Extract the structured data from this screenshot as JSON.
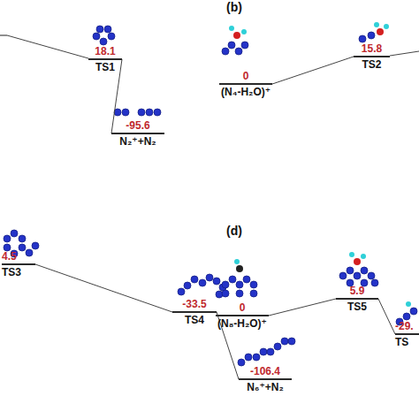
{
  "diagram": {
    "nodes": [
      {
        "text": [
          "18.1",
          "TS1"
        ]
      },
      {
        "text": [
          "-95.6",
          "N₂⁺+N₂"
        ]
      },
      {
        "text": [
          "0",
          "(N₄-H₂O)⁺"
        ]
      },
      {
        "text": [
          "15.8",
          "TS2"
        ]
      },
      {
        "text": [
          "4.5",
          "TS3"
        ]
      },
      {
        "text": [
          "-33.5",
          "TS4"
        ]
      },
      {
        "text": [
          "-106.4",
          "N₆⁺+N₂"
        ]
      },
      {
        "text": [
          "0",
          "(N₈-H₂O)⁺"
        ]
      },
      {
        "text": [
          "5.9",
          "TS5"
        ]
      },
      {
        "text": [
          "-29.",
          "TS"
        ]
      }
    ],
    "edges": [
      {
        "from": 0,
        "to": 1,
        "arrow": "none"
      },
      {
        "from": 2,
        "to": 3,
        "arrow": "none"
      },
      {
        "from": 4,
        "to": 5,
        "arrow": "none"
      },
      {
        "from": 5,
        "to": 6,
        "arrow": "none"
      },
      {
        "from": 7,
        "to": 8,
        "arrow": "none"
      },
      {
        "from": 8,
        "to": 9,
        "arrow": "none"
      }
    ],
    "labels": [
      "(b)",
      "(d)"
    ]
  }
}
